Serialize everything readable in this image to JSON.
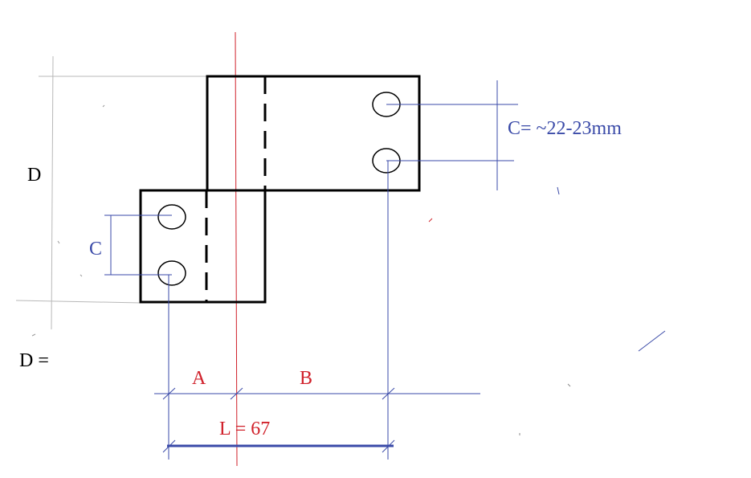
{
  "labels": {
    "d_top": "D",
    "d_equals": "D =",
    "c_left": "C",
    "c_right": "C= ~22-23mm",
    "a": "A",
    "b": "B",
    "l": "L = 67"
  },
  "colors": {
    "outline": "#000000",
    "dimension": "#3a4aa8",
    "centerline": "#d0202a",
    "guide": "#b8b8b8",
    "label_black": "#000000",
    "label_red": "#d0202a",
    "label_blue": "#3a4aa8"
  }
}
